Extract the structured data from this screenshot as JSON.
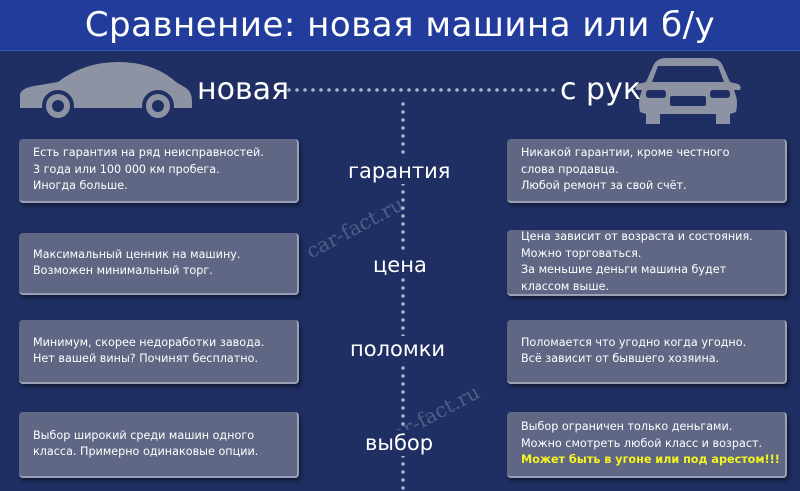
{
  "header": {
    "title": "Сравнение: новая машина или б/у"
  },
  "columns": {
    "new_label": "новая",
    "used_label": "с рук"
  },
  "icons": {
    "left_car": "sedan-car-icon",
    "right_car": "car-front-icon"
  },
  "colors": {
    "background": "#1f2f63",
    "header_bg": "#223c9c",
    "box_bg": "#5f6784",
    "highlight": "#f5f51f"
  },
  "rows": [
    {
      "category": "гарантия",
      "new": [
        "Есть гарантия на ряд неисправностей.",
        "3 года или 100 000 км пробега.",
        "Иногда больше."
      ],
      "used": [
        "Никакой гарантии, кроме честного",
        "слова продавца.",
        "Любой ремонт за свой счёт."
      ]
    },
    {
      "category": "цена",
      "new": [
        "Максимальный ценник на машину.",
        "Возможен минимальный торг."
      ],
      "used": [
        "Цена зависит от возраста и состояния.",
        "Можно торговаться.",
        "За меньшие деньги машина будет",
        "классом выше."
      ]
    },
    {
      "category": "поломки",
      "new": [
        "Минимум, скорее недоработки завода.",
        "Нет вашей вины? Починят бесплатно."
      ],
      "used": [
        "Поломается что угодно когда угодно.",
        "Всё зависит от бывшего хозяина."
      ]
    },
    {
      "category": "выбор",
      "new": [
        "Выбор широкий среди машин одного",
        "класса. Примерно одинаковые опции."
      ],
      "used": [
        "Выбор ограничен только деньгами.",
        "Можно смотреть любой класс и возраст."
      ],
      "used_highlight": "Может быть в угоне или под арестом!!!"
    }
  ],
  "watermarks": [
    "car-fact.ru",
    "car-fact.ru"
  ]
}
